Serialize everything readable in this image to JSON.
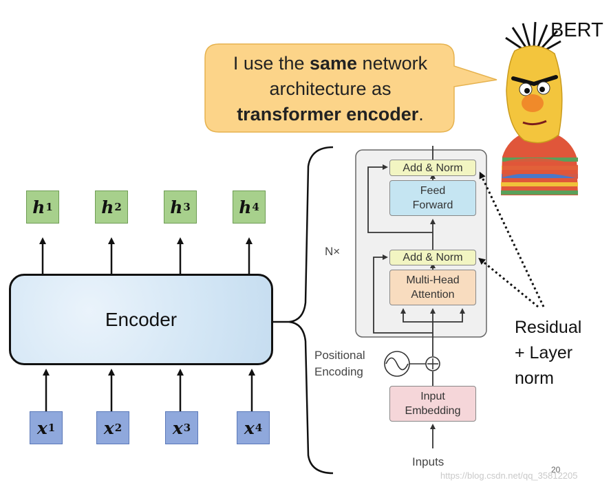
{
  "speech": {
    "line1": "I use the ",
    "bold1": "same",
    "line1_end": " network",
    "line2": "architecture as",
    "bold2": "transformer encoder",
    "line3_end": "."
  },
  "bert": {
    "label": "BERT"
  },
  "encoder": {
    "label": "Encoder",
    "outputs": [
      {
        "base": "h",
        "sup": "1"
      },
      {
        "base": "h",
        "sup": "2"
      },
      {
        "base": "h",
        "sup": "3"
      },
      {
        "base": "h",
        "sup": "4"
      }
    ],
    "inputs": [
      {
        "base": "x",
        "sup": "1"
      },
      {
        "base": "x",
        "sup": "2"
      },
      {
        "base": "x",
        "sup": "3"
      },
      {
        "base": "x",
        "sup": "4"
      }
    ]
  },
  "transformer": {
    "nx_label": "N×",
    "add_norm_top": "Add & Norm",
    "feed_forward_1": "Feed",
    "feed_forward_2": "Forward",
    "add_norm_bottom": "Add & Norm",
    "mha_1": "Multi-Head",
    "mha_2": "Attention",
    "pos_enc_1": "Positional",
    "pos_enc_2": "Encoding",
    "input_emb_1": "Input",
    "input_emb_2": "Embedding",
    "inputs_label": "Inputs"
  },
  "annotation": {
    "line1": "Residual",
    "line2": "+ Layer",
    "line3": "norm"
  },
  "page_number": "20",
  "watermark": "https://blog.csdn.net/qq_35812205",
  "colors": {
    "bubble": "#fcd489",
    "output_box": "#a7d08c",
    "input_box": "#8fa8dc",
    "add_norm": "#f2f5c2",
    "feed_forward": "#c5e5f2",
    "multi_head": "#f8dcbf",
    "embedding": "#f5d6d9"
  }
}
